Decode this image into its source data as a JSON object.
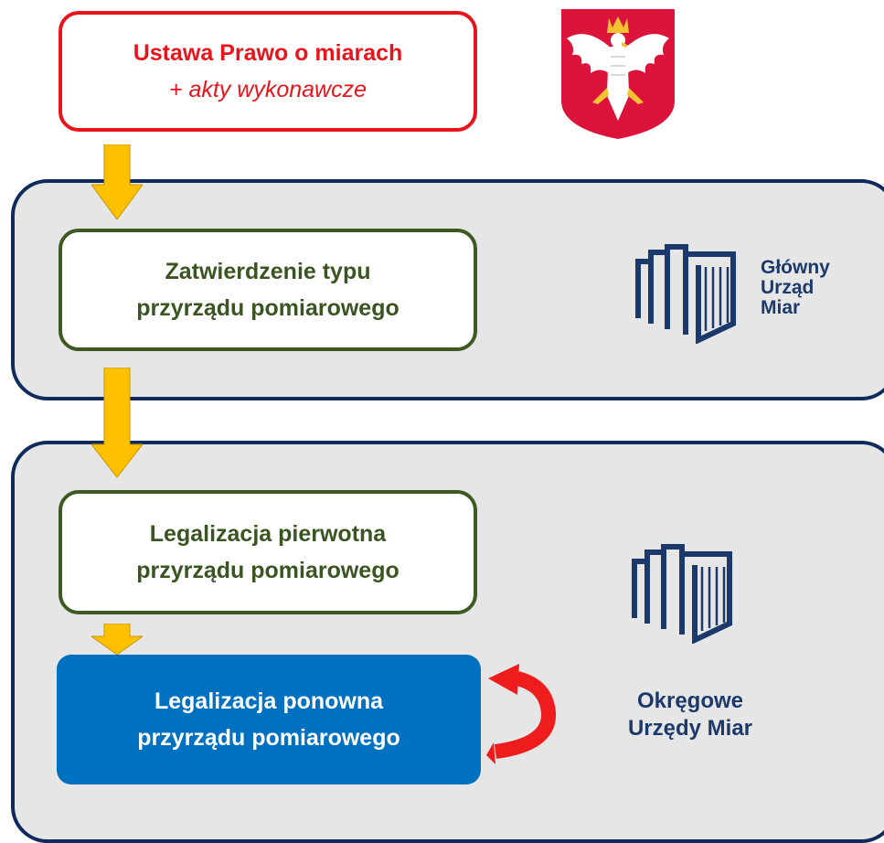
{
  "law_box": {
    "title": "Ustawa Prawo o miarach",
    "subtitle": "+ akty wykonawcze"
  },
  "type_approval_box": {
    "line1": "Zatwierdzenie typu",
    "line2": "przyrządu pomiarowego"
  },
  "initial_verification_box": {
    "line1": "Legalizacja pierwotna",
    "line2": "przyrządu pomiarowego"
  },
  "reverification_box": {
    "line1": "Legalizacja ponowna",
    "line2": "przyrządu pomiarowego"
  },
  "gum_logo": {
    "line1": "Główny",
    "line2": "Urząd",
    "line3": "Miar"
  },
  "oum_label": {
    "line1": "Okręgowe",
    "line2": "Urzędy Miar"
  },
  "colors": {
    "law_red": "#e8141c",
    "green": "#3e5a22",
    "blue": "#0070c0",
    "navy": "#0f2a5c",
    "panel_gray": "#e7e6e6",
    "arrow_gold": "#ffc000"
  },
  "icons": [
    "polish-coat-of-arms-icon",
    "gum-logo-icon",
    "oum-logo-icon",
    "loop-arrow-icon"
  ]
}
